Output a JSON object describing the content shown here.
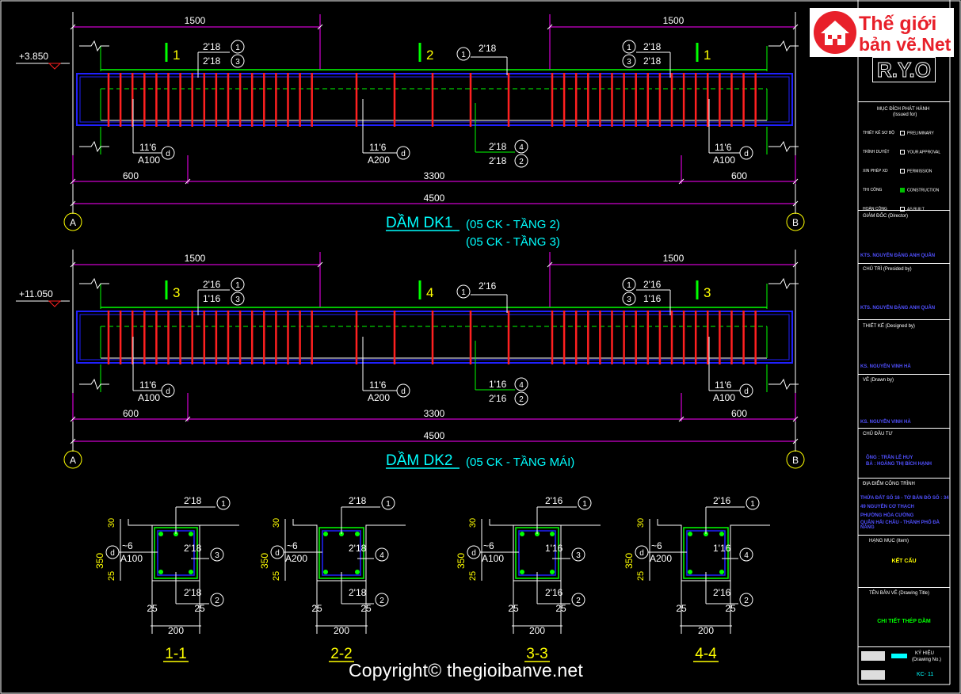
{
  "beams": [
    {
      "title": "DẦM DK1",
      "subtitles": [
        "(05 CK - TẦNG 2)",
        "(05 CK - TẦNG 3)"
      ],
      "elevation": "+3.850",
      "dim_top_left": "1500",
      "dim_top_right": "1500",
      "dim_600_left": "600",
      "dim_3300": "3300",
      "dim_600_right": "600",
      "dim_total": "4500",
      "grid_left": "A",
      "grid_right": "B",
      "section_left": "1",
      "section_mid": "2",
      "section_right": "1",
      "label_top_left_1": "2'18",
      "label_top_left_2": "2'18",
      "label_top_mid": "2'18",
      "label_top_right_1": "2'18",
      "label_top_right_2": "2'18",
      "label_bot_mid_1": "2'18",
      "label_bot_mid_2": "2'18",
      "stirrup_left": "11'6",
      "stirrup_left_sp": "A100",
      "stirrup_mid": "11'6",
      "stirrup_mid_sp": "A200",
      "stirrup_right": "11'6",
      "stirrup_right_sp": "A100"
    },
    {
      "title": "DẦM DK2",
      "subtitles": [
        "(05 CK - TẦNG MÁI)"
      ],
      "elevation": "+11.050",
      "dim_top_left": "1500",
      "dim_top_right": "1500",
      "dim_600_left": "600",
      "dim_3300": "3300",
      "dim_600_right": "600",
      "dim_total": "4500",
      "grid_left": "A",
      "grid_right": "B",
      "section_left": "3",
      "section_mid": "4",
      "section_right": "3",
      "label_top_left_1": "2'16",
      "label_top_left_2": "1'16",
      "label_top_mid": "2'16",
      "label_top_right_1": "2'16",
      "label_top_right_2": "1'16",
      "label_bot_mid_1": "1'16",
      "label_bot_mid_2": "2'16",
      "stirrup_left": "11'6",
      "stirrup_left_sp": "A100",
      "stirrup_mid": "11'6",
      "stirrup_mid_sp": "A200",
      "stirrup_right": "11'6",
      "stirrup_right_sp": "A100"
    }
  ],
  "sections": [
    {
      "name": "1-1",
      "top": "2'18",
      "mid": "2'18",
      "bot": "2'18",
      "stirrup": "~6",
      "spacing": "A100",
      "mid_tag": "3"
    },
    {
      "name": "2-2",
      "top": "2'18",
      "mid": "2'18",
      "bot": "2'18",
      "stirrup": "~6",
      "spacing": "A200",
      "mid_tag": "4"
    },
    {
      "name": "3-3",
      "top": "2'16",
      "mid": "1'16",
      "bot": "2'16",
      "stirrup": "~6",
      "spacing": "A100",
      "mid_tag": "3"
    },
    {
      "name": "4-4",
      "top": "2'16",
      "mid": "1'16",
      "bot": "2'16",
      "stirrup": "~6",
      "spacing": "A200",
      "mid_tag": "4"
    }
  ],
  "section_dims": {
    "h": "350",
    "top_cover": "30",
    "bot_cover": "25",
    "side_cover_l": "25",
    "side_cover_r": "25",
    "width": "200",
    "stirrup_tag": "d",
    "top_tag": "1",
    "bot_tag": "2"
  },
  "title_block": {
    "logo_text": "Thế giới",
    "logo_text2": "bản vẽ.Net",
    "company_mark": "R.Y.O",
    "purpose": "MỤC ĐÍCH PHÁT HÀNH",
    "purpose_en": "(Issued for)",
    "checks": [
      {
        "vn": "THIẾT KẾ SƠ BỘ",
        "en": "PRELIMINARY",
        "on": false
      },
      {
        "vn": "TRÌNH DUYỆT",
        "en": "YOUR APPROVAL",
        "on": false
      },
      {
        "vn": "XIN PHÉP XD",
        "en": "PERMISSION",
        "on": false
      },
      {
        "vn": "THI CÔNG",
        "en": "CONSTRUCTION",
        "on": true
      },
      {
        "vn": "HOÀN CÔNG",
        "en": "AS BUILT",
        "on": false
      }
    ],
    "director_label": "GIÁM ĐỐC (Director)",
    "director_name": "KTS. NGUYỄN ĐẶNG ANH QUÂN",
    "presided_label": "CHỦ TRÌ (Presided by)",
    "presided_name": "KTS. NGUYỄN ĐẶNG ANH QUÂN",
    "designed_label": "THIẾT KẾ (Designed by)",
    "designed_name": "KS. NGUYỄN VINH HÀ",
    "drawn_label": "VẼ (Drawn by)",
    "drawn_name": "KS. NGUYỄN VINH HÀ",
    "owner_label": "CHỦ ĐẦU TƯ",
    "owner_1": "ÔNG : TRẦN LÊ HUY",
    "owner_2": "BÀ : HOÀNG THỊ BÍCH HẠNH",
    "site_label": "ĐỊA ĐIỂM CÔNG TRÌNH",
    "site_1": "THỬA ĐẤT SỐ 16 - TỜ BẢN ĐỒ SỐ : 34",
    "site_2": "49 NGUYỄN CƠ THẠCH",
    "site_3": "PHƯỜNG HÒA CƯỜNG",
    "site_4": "QUẬN HẢI CHÂU - THÀNH PHỐ ĐÀ NẴNG",
    "item_label": "HẠNG MỤC (Item)",
    "item_value": "KẾT CẤU",
    "title_label": "TÊN BẢN VẼ (Drawing Title)",
    "title_value": "CHI TIẾT THÉP DẦM",
    "symbol_label": "KÝ HIỆU",
    "symbol_en": "(Drawing No.)",
    "drawing_no": "KC- 11"
  },
  "copyright": "Copyright© thegioibanve.net",
  "colors": {
    "red": "#ff2020",
    "green": "#00ff00",
    "magenta": "#ff00ff",
    "yellow": "#ffff00",
    "cyan": "#00ffff",
    "blue": "#2020ff",
    "white": "#ffffff"
  }
}
